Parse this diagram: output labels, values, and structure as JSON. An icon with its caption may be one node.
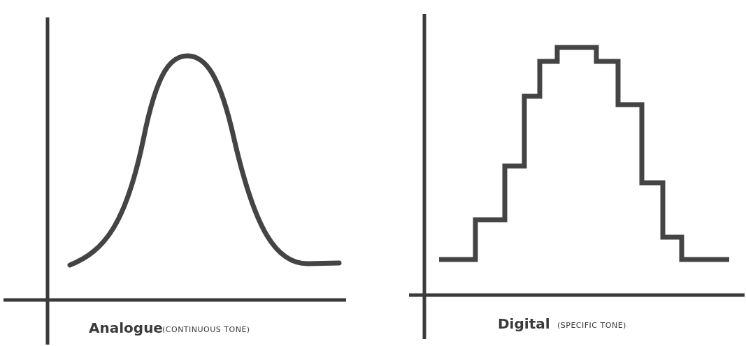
{
  "diagram": {
    "labels": [
      "Analogue",
      "(CONTINUOUS TONE)",
      "Digital",
      "(SPECIFIC TONE)"
    ]
  }
}
